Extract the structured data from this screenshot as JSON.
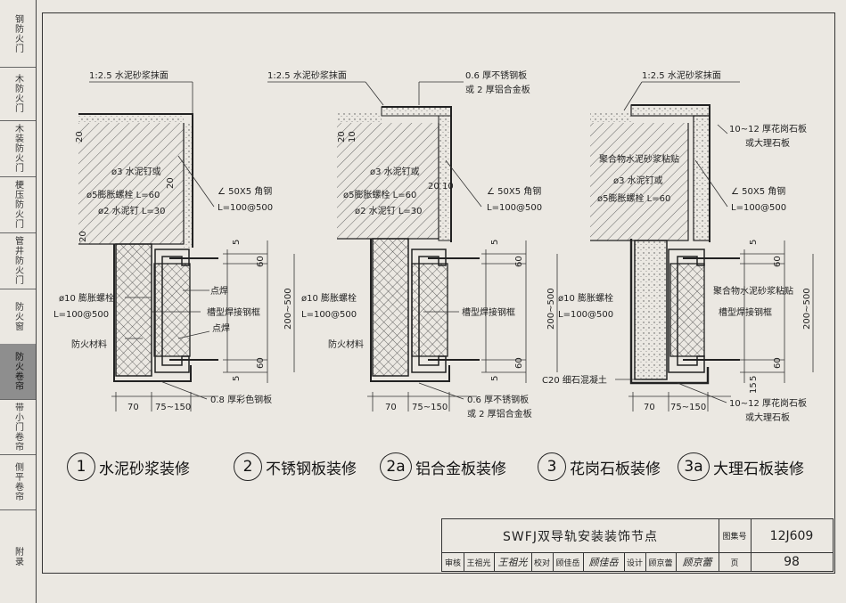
{
  "sidebar": [
    {
      "label": "钢防火门",
      "active": false
    },
    {
      "label": "木防火门",
      "active": false
    },
    {
      "label": "木装防火门",
      "active": false
    },
    {
      "label": "梗压防火门",
      "active": false
    },
    {
      "label": "管井防火门",
      "active": false
    },
    {
      "label": "防火窗",
      "active": false
    },
    {
      "label": "防火卷帘",
      "active": true
    },
    {
      "label": "带小门卷帘",
      "active": false
    },
    {
      "label": "侧平卷帘",
      "active": false
    },
    {
      "label": "附录",
      "active": false
    }
  ],
  "details": {
    "d1": {
      "top_label": "1:2.5 水泥砂浆抹面",
      "anchor_note": [
        "ø3 水泥钉或",
        "ø5膨胀螺栓 L=60",
        "ø2 水泥钉 L=30"
      ],
      "angle": [
        "∠ 50X5 角钢",
        "L=100@500"
      ],
      "bolt": [
        "ø10 膨胀螺栓",
        "L=100@500"
      ],
      "weld1": "点焊",
      "frame": "槽型焊接钢框",
      "weld2": "点焊",
      "fire": "防火材料",
      "bottom": "0.8 厚彩色钢板",
      "dims": [
        "5",
        "60",
        "200~500",
        "60",
        "5",
        "70",
        "75~150",
        "20",
        "20",
        "20"
      ]
    },
    "d2": {
      "top_label": "1:2.5 水泥砂浆抹面",
      "top_right": [
        "0.6 厚不锈钢板",
        "或 2 厚铝合金板"
      ],
      "anchor_note": [
        "ø3 水泥钉或",
        "ø5膨胀螺栓 L=60",
        "ø2 水泥钉 L=30"
      ],
      "angle": [
        "∠ 50X5 角钢",
        "L=100@500"
      ],
      "bolt": [
        "ø10 膨胀螺栓",
        "L=100@500"
      ],
      "frame": "槽型焊接钢框",
      "fire": "防火材料",
      "bottom": [
        "0.6 厚不锈钢板",
        "或 2 厚铝合金板"
      ],
      "dims": [
        "5",
        "60",
        "200~500",
        "60",
        "5",
        "70",
        "75~150",
        "20",
        "10",
        "20",
        "10"
      ]
    },
    "d3": {
      "top_label": "1:2.5 水泥砂浆抹面",
      "top_right": [
        "10~12 厚花岗石板",
        "或大理石板"
      ],
      "anchor_note": [
        "聚合物水泥砂浆粘贴",
        "ø3 水泥钉或",
        "ø5膨胀螺栓 L=60"
      ],
      "angle": [
        "∠ 50X5 角钢",
        "L=100@500"
      ],
      "bolt": [
        "ø10 膨胀螺栓",
        "L=100@500"
      ],
      "frame_note": [
        "聚合物水泥砂浆粘贴",
        "槽型焊接钢框"
      ],
      "concrete": "C20 细石混凝土",
      "bottom": [
        "10~12 厚花岗石板",
        "或大理石板"
      ],
      "dims": [
        "5",
        "60",
        "200~500",
        "60",
        "5",
        "70",
        "75~150",
        "15"
      ]
    }
  },
  "captions": [
    {
      "num": "1",
      "text": "水泥砂浆装修"
    },
    {
      "num": "2",
      "text": "不锈钢板装修"
    },
    {
      "num": "2a",
      "text": "铝合金板装修"
    },
    {
      "num": "3",
      "text": "花岗石板装修"
    },
    {
      "num": "3a",
      "text": "大理石板装修"
    }
  ],
  "titleblock": {
    "title": "SWFJ双导轨安装装饰节点",
    "atlas_label": "图集号",
    "atlas_no": "12J609",
    "review_label": "审核",
    "reviewer": "王祖光",
    "reviewer_sig": "王祖光",
    "check_label": "校对",
    "checker": "顾佳岳",
    "checker_sig": "顾佳岳",
    "design_label": "设计",
    "designer": "顾京蕾",
    "designer_sig": "顾京蕾",
    "page_label": "页",
    "page": "98"
  }
}
